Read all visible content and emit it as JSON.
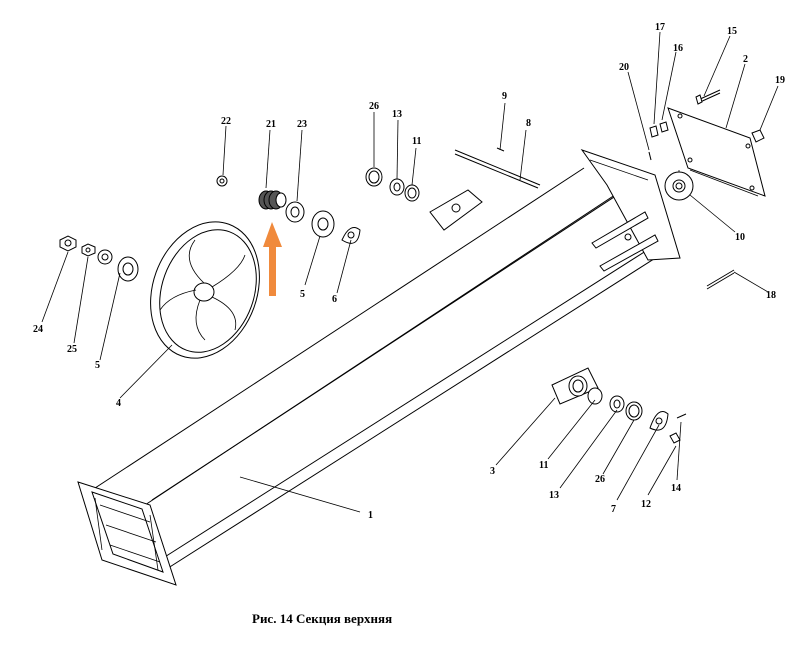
{
  "caption": "Рис. 14 Секция верхняя",
  "part_numbers": [
    "1",
    "2",
    "3",
    "4",
    "5",
    "5",
    "6",
    "7",
    "8",
    "9",
    "10",
    "11",
    "11",
    "12",
    "13",
    "13",
    "14",
    "15",
    "16",
    "17",
    "18",
    "19",
    "20",
    "21",
    "22",
    "23",
    "24",
    "25",
    "26",
    "26"
  ],
  "colors": {
    "line": "#000000",
    "arrow": "#f08a3c",
    "background": "#ffffff"
  },
  "arrow_target_part": "21"
}
